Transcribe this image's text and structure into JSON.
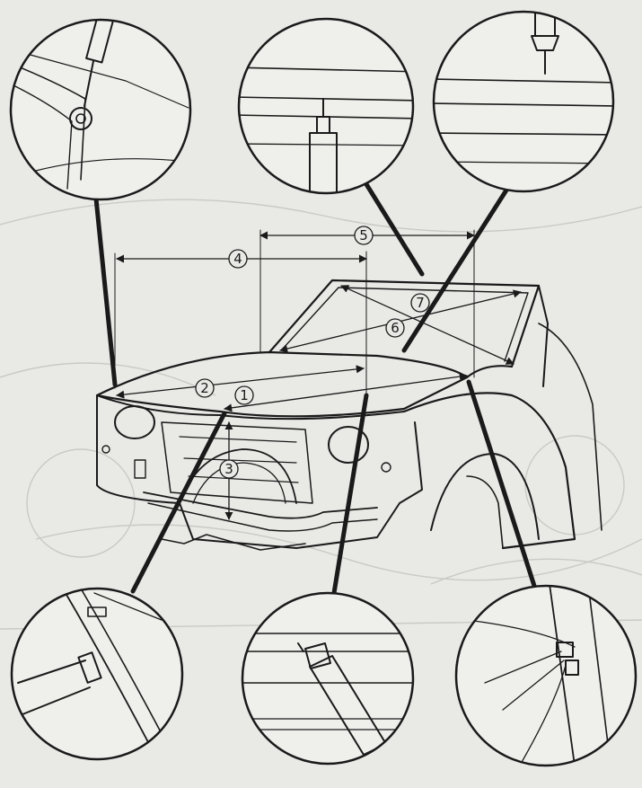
{
  "callouts": [
    {
      "id": "1",
      "label": "1"
    },
    {
      "id": "2",
      "label": "2"
    },
    {
      "id": "3",
      "label": "3"
    },
    {
      "id": "4",
      "label": "4"
    },
    {
      "id": "5",
      "label": "5"
    },
    {
      "id": "6",
      "label": "6"
    },
    {
      "id": "7",
      "label": "7"
    }
  ],
  "colors": {
    "ink": "#1a1a1a",
    "paper": "#e9e9e6",
    "ghost": "#c9c9c5"
  }
}
